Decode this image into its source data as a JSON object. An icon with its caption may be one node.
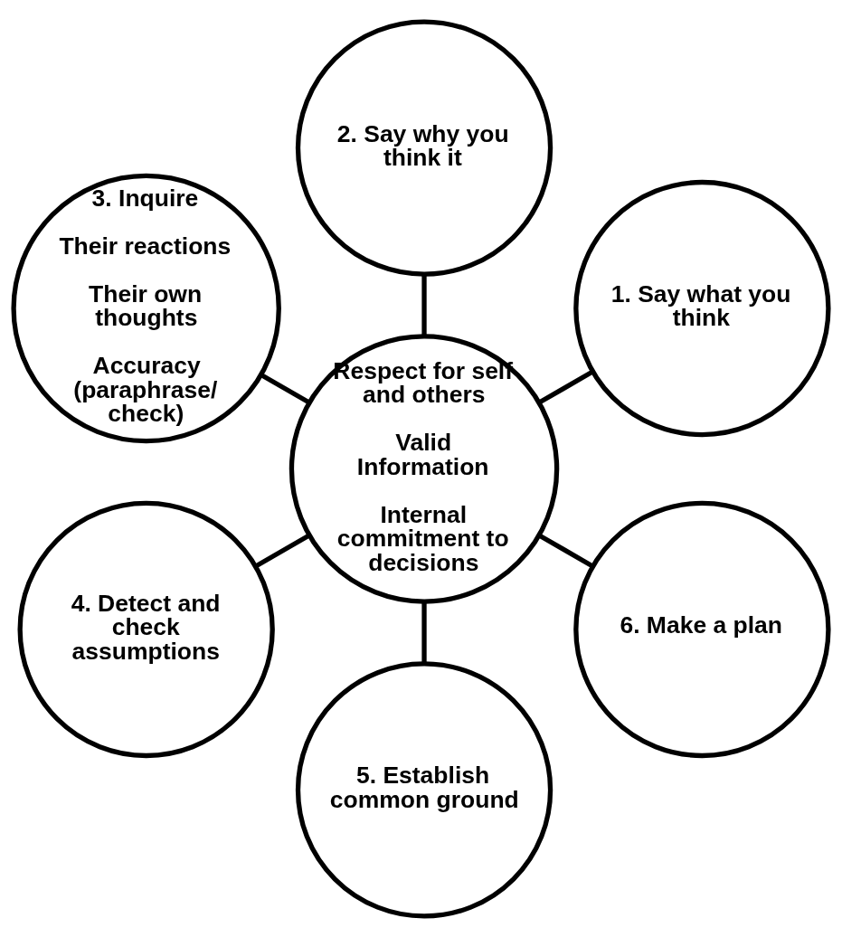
{
  "diagram": {
    "nodes": [
      {
        "text": [
          "Respect for self and others",
          "Valid Information",
          "Internal commitment to decisions"
        ]
      },
      {
        "text": [
          "1. Say what you think"
        ]
      },
      {
        "text": [
          "2. Say why you think it"
        ]
      },
      {
        "text": [
          "3. Inquire",
          "Their reactions",
          "Their own thoughts",
          "Accuracy (paraphrase/ check)"
        ]
      },
      {
        "text": [
          "4. Detect and check assumptions"
        ]
      },
      {
        "text": [
          "5. Establish common ground"
        ]
      },
      {
        "text": [
          "6. Make a plan"
        ]
      }
    ],
    "edges": [
      {
        "from": 0,
        "to": 1,
        "arrow": "none"
      },
      {
        "from": 0,
        "to": 2,
        "arrow": "none"
      },
      {
        "from": 0,
        "to": 3,
        "arrow": "none"
      },
      {
        "from": 0,
        "to": 4,
        "arrow": "none"
      },
      {
        "from": 0,
        "to": 5,
        "arrow": "none"
      },
      {
        "from": 0,
        "to": 6,
        "arrow": "none"
      }
    ]
  }
}
